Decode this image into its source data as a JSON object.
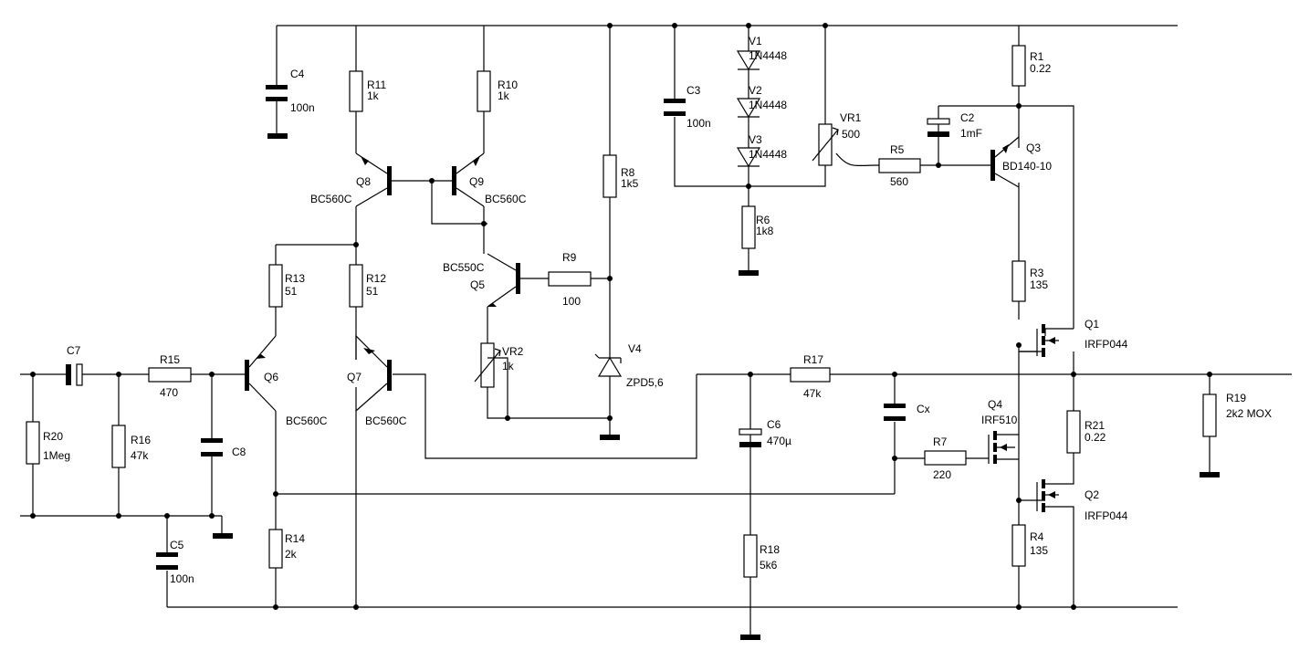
{
  "components": {
    "R1": {
      "ref": "R1",
      "value": "0.22"
    },
    "R3": {
      "ref": "R3",
      "value": "135"
    },
    "R4": {
      "ref": "R4",
      "value": "135"
    },
    "R5": {
      "ref": "R5",
      "value": "560"
    },
    "R6": {
      "ref": "R6",
      "value": "1k8"
    },
    "R7": {
      "ref": "R7",
      "value": "220"
    },
    "R8": {
      "ref": "R8",
      "value": "1k5"
    },
    "R9": {
      "ref": "R9",
      "value": "100"
    },
    "R10": {
      "ref": "R10",
      "value": "1k"
    },
    "R11": {
      "ref": "R11",
      "value": "1k"
    },
    "R12": {
      "ref": "R12",
      "value": "51"
    },
    "R13": {
      "ref": "R13",
      "value": "51"
    },
    "R14": {
      "ref": "R14",
      "value": "2k"
    },
    "R15": {
      "ref": "R15",
      "value": "470"
    },
    "R16": {
      "ref": "R16",
      "value": "47k"
    },
    "R17": {
      "ref": "R17",
      "value": "47k"
    },
    "R18": {
      "ref": "R18",
      "value": "5k6"
    },
    "R19": {
      "ref": "R19",
      "value": "2k2 MOX"
    },
    "R20": {
      "ref": "R20",
      "value": "1Meg"
    },
    "R21": {
      "ref": "R21",
      "value": "0.22"
    },
    "C2": {
      "ref": "C2",
      "value": "1mF"
    },
    "C3": {
      "ref": "C3",
      "value": "100n"
    },
    "C4": {
      "ref": "C4",
      "value": "100n"
    },
    "C5": {
      "ref": "C5",
      "value": "100n"
    },
    "C6": {
      "ref": "C6",
      "value": "470µ"
    },
    "C7": {
      "ref": "C7",
      "value": ""
    },
    "C8": {
      "ref": "C8",
      "value": ""
    },
    "Cx": {
      "ref": "Cx",
      "value": ""
    },
    "VR1": {
      "ref": "VR1",
      "value": "500"
    },
    "VR2": {
      "ref": "VR2",
      "value": "1k"
    },
    "V1": {
      "ref": "V1",
      "value": "1N4448"
    },
    "V2": {
      "ref": "V2",
      "value": "1N4448"
    },
    "V3": {
      "ref": "V3",
      "value": "1N4448"
    },
    "V4": {
      "ref": "V4",
      "value": "ZPD5,6"
    },
    "Q1": {
      "ref": "Q1",
      "value": "IRFP044"
    },
    "Q2": {
      "ref": "Q2",
      "value": "IRFP044"
    },
    "Q3": {
      "ref": "Q3",
      "value": "BD140-10"
    },
    "Q4": {
      "ref": "Q4",
      "value": "IRF510"
    },
    "Q5": {
      "ref": "Q5",
      "value": "BC550C"
    },
    "Q6": {
      "ref": "Q6",
      "value": "BC560C"
    },
    "Q7": {
      "ref": "Q7",
      "value": "BC560C"
    },
    "Q8": {
      "ref": "Q8",
      "value": "BC560C"
    },
    "Q9": {
      "ref": "Q9",
      "value": "BC560C"
    }
  }
}
